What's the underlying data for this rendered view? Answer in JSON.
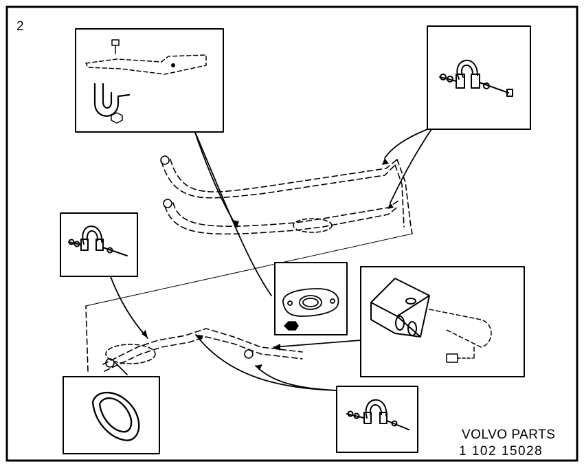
{
  "diagram": {
    "figure_number": "2",
    "brand": "VOLVO PARTS",
    "part_number": "1 102  15028"
  },
  "colors": {
    "ink": "#000000",
    "paper": "#ffffff"
  }
}
